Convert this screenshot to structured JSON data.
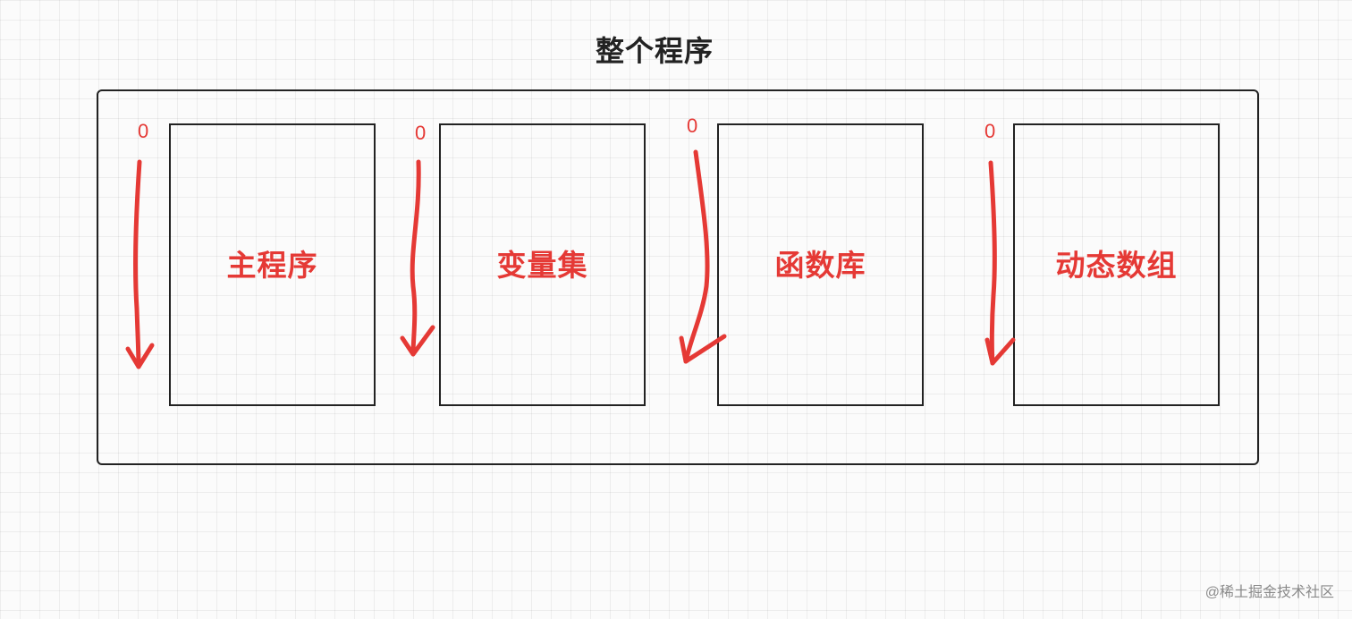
{
  "title": "整个程序",
  "accent_color": "#e53935",
  "sections": [
    {
      "label": "主程序",
      "start": "0"
    },
    {
      "label": "变量集",
      "start": "0"
    },
    {
      "label": "函数库",
      "start": "0"
    },
    {
      "label": "动态数组",
      "start": "0"
    }
  ],
  "watermark": "@稀土掘金技术社区"
}
